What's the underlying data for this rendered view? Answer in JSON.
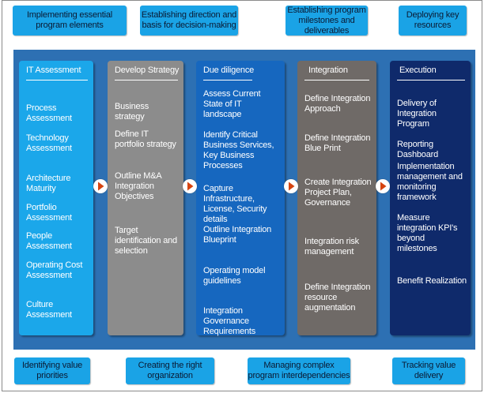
{
  "top_labels": [
    "Implementing essential program elements",
    "Establishing direction and basis for decision-making",
    "Establishing program milestones and deliverables",
    "Deploying key resources"
  ],
  "bottom_labels": [
    "Identifying value priorities",
    "Creating the right organization",
    "Managing complex program interdependencies",
    "Tracking value delivery"
  ],
  "columns": [
    {
      "title": "IT Assessment",
      "items": [
        "Process Assessment",
        "Technology Assessment",
        "Architecture Maturity",
        "Portfolio Assessment",
        "People Assessment",
        "Operating Cost Assessment",
        "Culture Assessment"
      ]
    },
    {
      "title": "Develop Strategy",
      "items": [
        "Business strategy",
        "Define  IT portfolio strategy",
        "Outline M&A Integration Objectives",
        "Target identification and selection"
      ]
    },
    {
      "title": "Due diligence",
      "items": [
        "Assess Current State of IT landscape",
        "Identify Critical Business Services, Key Business Processes",
        "Capture Infrastructure, License, Security details",
        "Outline Integration Blueprint",
        "Operating model guidelines",
        "Integration Governance Requirements"
      ]
    },
    {
      "title": "Integration",
      "items": [
        "Define Integration Approach",
        "Define Integration Blue Print",
        "Create Integration Project Plan, Governance",
        "Integration risk management",
        "Define Integration resource augmentation"
      ]
    },
    {
      "title": "Execution",
      "items": [
        "Delivery of Integration Program",
        "Reporting Dashboard",
        "Implementation management and monitoring framework",
        "Measure integration KPI's beyond milestones",
        "Benefit Realization"
      ]
    }
  ],
  "colors": {
    "pill": "#1aa3e6",
    "panel": "#2d70b3",
    "col_assessment": "#1ba7ea",
    "col_strategy": "#8c8c8c",
    "col_diligence": "#1667bf",
    "col_integration": "#6f6a67",
    "col_execution": "#0f2a6b",
    "arrow": "#d64410"
  }
}
